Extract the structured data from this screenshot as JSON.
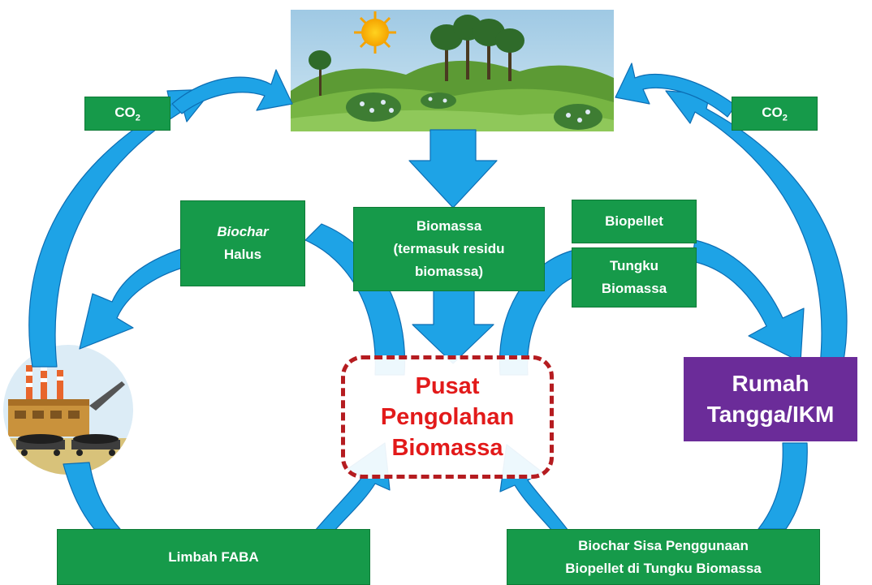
{
  "boxes": {
    "co2_left": {
      "label": "CO",
      "sub": "2"
    },
    "co2_right": {
      "label": "CO",
      "sub": "2"
    },
    "biochar_halus": {
      "line1": "Biochar",
      "line2": "Halus"
    },
    "biomassa": {
      "line1": "Biomassa",
      "line2": "(termasuk residu",
      "line3": "biomassa)"
    },
    "biopellet": {
      "label": "Biopellet"
    },
    "tungku_biomassa": {
      "line1": "Tungku",
      "line2": "Biomassa"
    },
    "rumah_tangga": {
      "line1": "Rumah",
      "line2": "Tangga/IKM"
    },
    "limbah_faba": {
      "label": "Limbah FABA"
    },
    "biochar_sisa": {
      "line1": "Biochar Sisa Penggunaan",
      "line2": "Biopellet di Tungku Biomassa"
    }
  },
  "center": {
    "line1": "Pusat",
    "line2": "Pengolahan",
    "line3": "Biomassa"
  },
  "colors": {
    "box_green": "#169a4a",
    "box_purple": "#6b2c99",
    "arrow_blue": "#1ea3e6",
    "arrow_dark": "#0b5fa5",
    "center_border": "#b51c20",
    "center_text": "#e21a1a"
  },
  "icons": [
    "landscape-illustration",
    "sun-icon",
    "factory-illustration"
  ]
}
